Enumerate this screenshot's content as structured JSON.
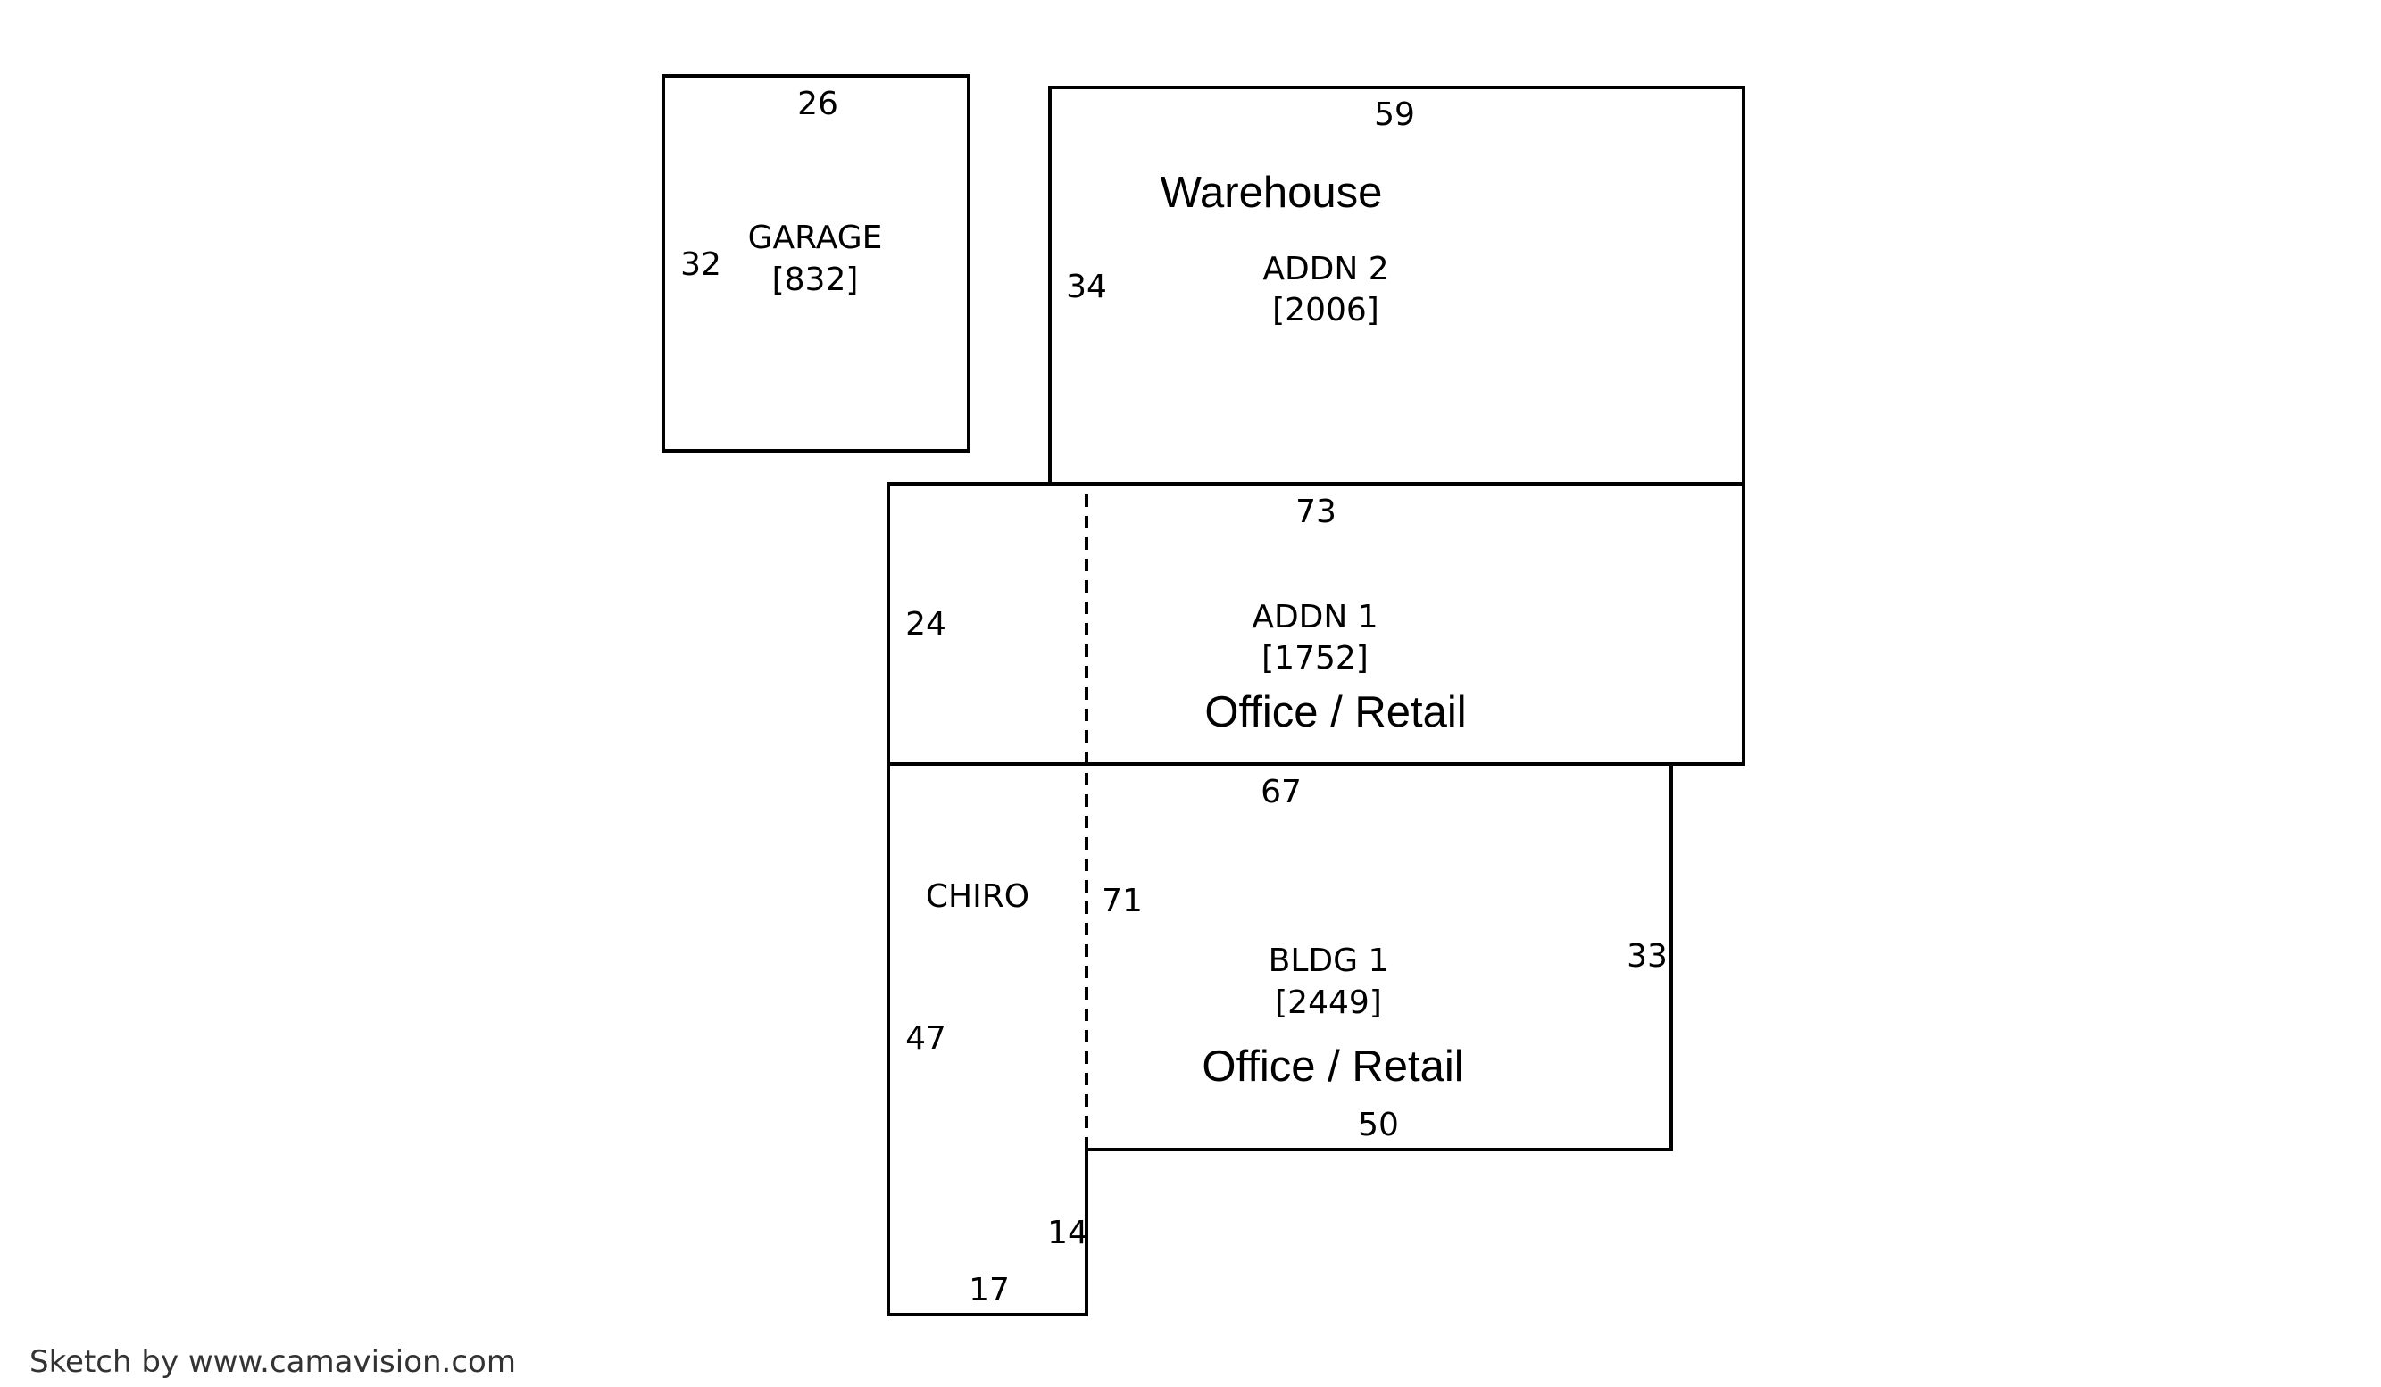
{
  "garage": {
    "label": "GARAGE",
    "area": "[832]",
    "dim_top": "26",
    "dim_left": "32"
  },
  "addn2": {
    "use": "Warehouse",
    "label": "ADDN 2",
    "area": "[2006]",
    "dim_top": "59",
    "dim_left": "34"
  },
  "addn1": {
    "label": "ADDN 1",
    "area": "[1752]",
    "use": "Office / Retail",
    "dim_top": "73",
    "dim_left": "24"
  },
  "bldg1": {
    "label": "BLDG 1",
    "area": "[2449]",
    "use": "Office / Retail",
    "dim_top": "67",
    "dim_inner": "71",
    "dim_right": "33",
    "dim_bottom": "50",
    "dim_left": "47",
    "dim_notch_vertical": "14",
    "dim_notch_bottom": "17"
  },
  "chiro": {
    "label": "CHIRO"
  },
  "credit": "Sketch by www.camavision.com"
}
